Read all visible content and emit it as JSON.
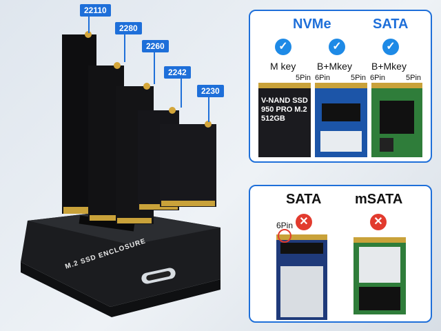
{
  "sizes": [
    "22110",
    "2280",
    "2260",
    "2242",
    "2230"
  ],
  "enclosure_text": "M.2 SSD ENCLOSURE",
  "supported": {
    "nvme_title": "NVMe",
    "sata_title": "SATA",
    "keys": [
      "M key",
      "B+Mkey",
      "B+Mkey"
    ],
    "pins": {
      "p1": "5Pin",
      "p2": "6Pin",
      "p3": "5Pin",
      "p4": "6Pin",
      "p5": "5Pin"
    },
    "samsung_text": "V-NAND SSD 950 PRO M.2 512GB"
  },
  "unsupported": {
    "sata_title": "SATA",
    "msata_title": "mSATA",
    "pin": "6Pin"
  },
  "colors": {
    "accent": "#1e6fd9",
    "check": "#1e8ae6",
    "cross": "#e23b2e"
  },
  "icons": [
    "check-icon",
    "cross-icon"
  ]
}
